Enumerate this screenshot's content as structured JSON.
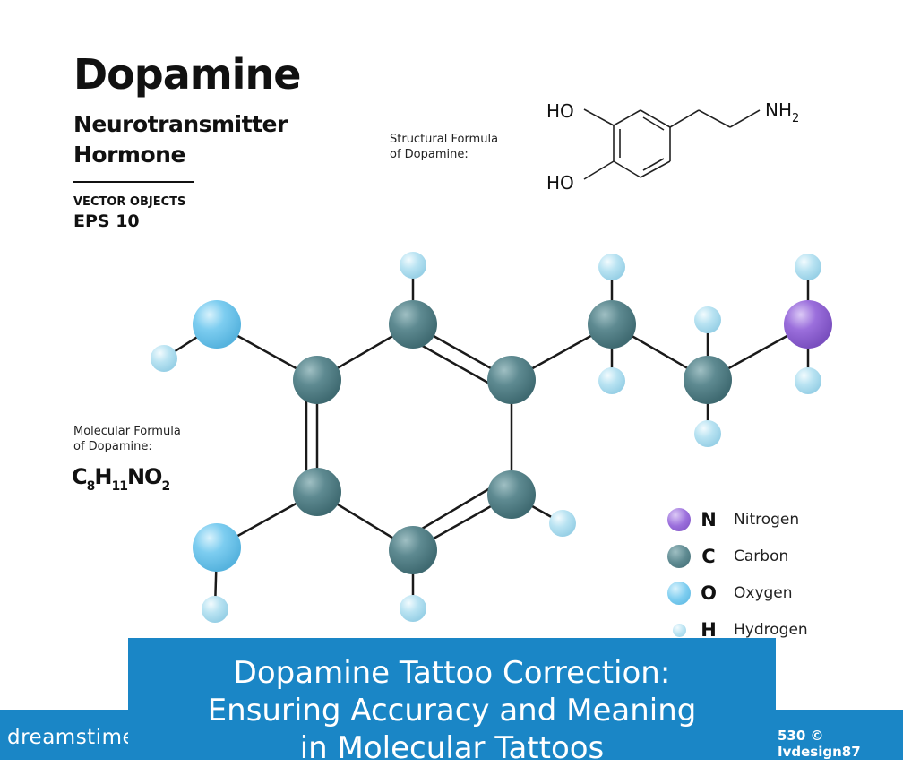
{
  "heading": {
    "title": "Dopamine",
    "subtitle1": "Neurotransmitter",
    "subtitle2": "Hormone",
    "vector_objects": "VECTOR OBJECTS",
    "eps": "EPS 10"
  },
  "structural": {
    "label_line1": "Structural  Formula",
    "label_line2": "of Dopamine:",
    "ho_top": "HO",
    "ho_bottom": "HO",
    "nh": "NH",
    "nh_sub": "2"
  },
  "molecular": {
    "label_line1": "Molecular Formula",
    "label_line2": "of Dopamine:",
    "formula_parts": [
      "C",
      "8",
      "H",
      "11",
      "NO",
      "2"
    ]
  },
  "legend": [
    {
      "symbol": "N",
      "name": "Nitrogen",
      "color": "#9b6fdc"
    },
    {
      "symbol": "C",
      "name": "Carbon",
      "color": "#5e8a91"
    },
    {
      "symbol": "O",
      "name": "Oxygen",
      "color": "#7dcdf0"
    },
    {
      "symbol": "H",
      "name": "Hydrogen",
      "color": "#b9e3f2"
    }
  ],
  "colors": {
    "nitrogen": "#9b6fdc",
    "carbon": "#5e8a91",
    "oxygen": "#7dcdf0",
    "hydrogen": "#b9e3f2",
    "banner": "#1a86c6"
  },
  "footer": {
    "brand": "dreamstime.",
    "credit": "530 © Ivdesign87"
  },
  "banner": {
    "line1": "Dopamine Tattoo Correction:",
    "line2": "Ensuring Accuracy and Meaning",
    "line3": "in Molecular Tattoos"
  }
}
